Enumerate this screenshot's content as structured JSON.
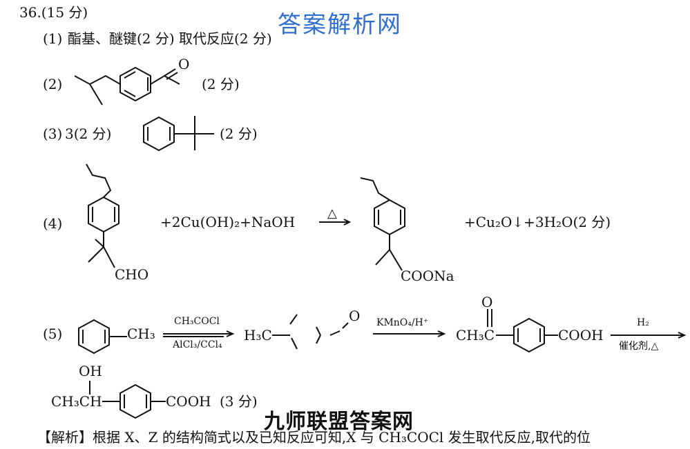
{
  "question_header": "36.(15 分)",
  "watermark_top": "答案解析网",
  "watermark_bottom": "九师联盟答案网",
  "part1": {
    "label": "(1)",
    "text": "酯基、醚键(2 分)   取代反应(2 分)"
  },
  "part2": {
    "label": "(2)",
    "carbonyl_o": "O",
    "score": "(2 分)"
  },
  "part3": {
    "label": "(3)",
    "answer": "3(2 分)",
    "score": "(2 分)"
  },
  "part4": {
    "label": "(4)",
    "reactant_group": "CHO",
    "reagents": "+2Cu(OH)₂+NaOH",
    "condition": "△",
    "product_group": "COONa",
    "byproducts": "+Cu₂O↓+3H₂O(2 分)"
  },
  "part5": {
    "label": "(5)",
    "toluene_ch3": "CH₃",
    "step1_top": "CH₃COCl",
    "step1_bottom": "AlCl₃/CCl₄",
    "int1_left": "H₃C",
    "int1_o": "O",
    "step2_top": "KMnO₄/H⁺",
    "int2_left": "CH₃C",
    "int2_o": "O",
    "int2_right": "COOH",
    "step3_top": "H₂",
    "step3_bottom": "催化剂,△",
    "product_oh": "OH",
    "product_left": "CH₃CH",
    "product_right": "COOH",
    "product_score": "(3 分)"
  },
  "analysis": {
    "tag": "【解析】",
    "text": "根据 X、Z 的结构简式以及已知反应可知,X 与 CH₃COCl 发生取代反应,取代的位"
  }
}
